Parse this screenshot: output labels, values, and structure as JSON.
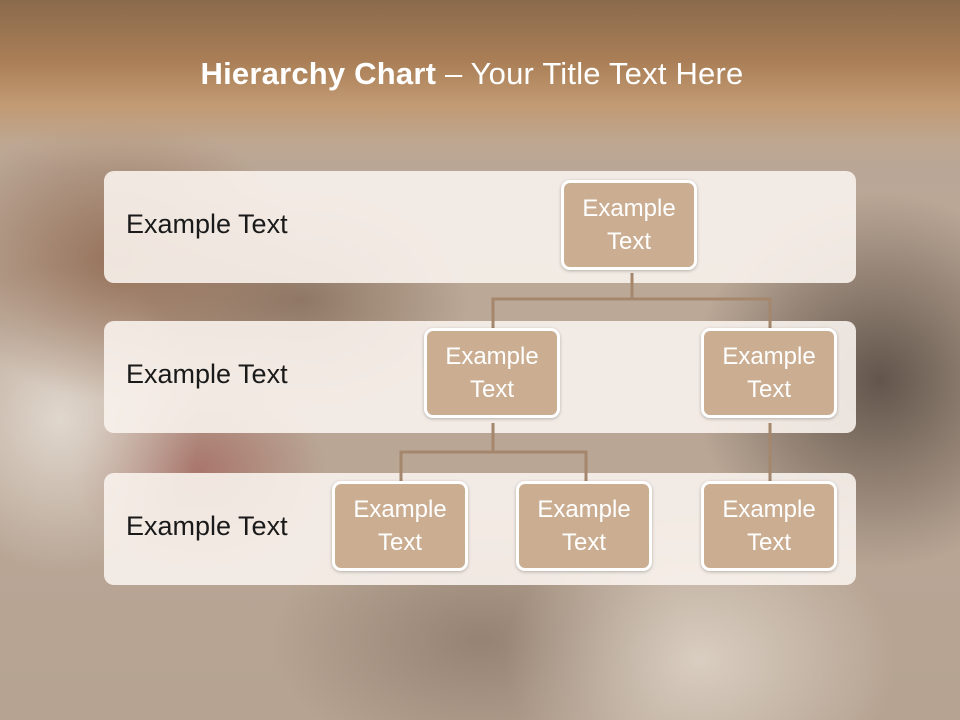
{
  "title": {
    "bold": "Hierarchy Chart",
    "rest": " – Your Title Text Here"
  },
  "levels": [
    {
      "label": "Example Text"
    },
    {
      "label": "Example Text"
    },
    {
      "label": "Example Text"
    }
  ],
  "nodes": {
    "root": {
      "line1": "Example",
      "line2": "Text"
    },
    "mid_left": {
      "line1": "Example",
      "line2": "Text"
    },
    "mid_right": {
      "line1": "Example",
      "line2": "Text"
    },
    "leaf_1": {
      "line1": "Example",
      "line2": "Text"
    },
    "leaf_2": {
      "line1": "Example",
      "line2": "Text"
    },
    "leaf_3": {
      "line1": "Example",
      "line2": "Text"
    }
  },
  "colors": {
    "node_fill": "#cbae92",
    "connector": "#a4876c",
    "band_fill": "#f8f2ec",
    "title_band": "#a97e56"
  }
}
